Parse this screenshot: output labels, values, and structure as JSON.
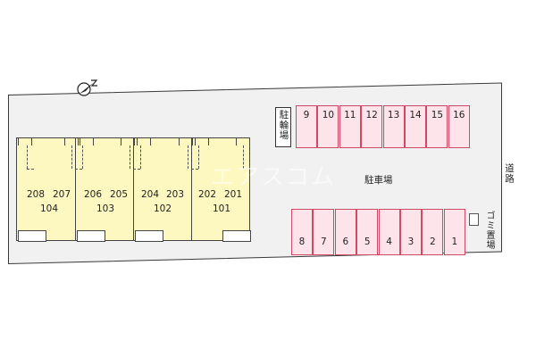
{
  "site": {
    "building": {
      "units": [
        {
          "unit": "104",
          "rooms": [
            "208",
            "207"
          ]
        },
        {
          "unit": "103",
          "rooms": [
            "206",
            "205"
          ]
        },
        {
          "unit": "102",
          "rooms": [
            "204",
            "203"
          ]
        },
        {
          "unit": "101",
          "rooms": [
            "202",
            "201"
          ]
        }
      ]
    },
    "bicycle_parking_label": "駐輪場",
    "parking_label": "駐車場",
    "road_label": "道路",
    "garbage_label": "ゴミ置場",
    "parking_top": [
      "9",
      "10",
      "11",
      "12",
      "13",
      "14",
      "15",
      "16"
    ],
    "parking_bottom": [
      "8",
      "7",
      "6",
      "5",
      "4",
      "3",
      "2",
      "1"
    ]
  },
  "colors": {
    "building_fill": "#fcf8c0",
    "stall_fill": "#fde4ea",
    "stall_border": "#d04a68",
    "site_fill": "#f1f1f1"
  },
  "icons": {
    "compass": "north-arrow-icon"
  }
}
